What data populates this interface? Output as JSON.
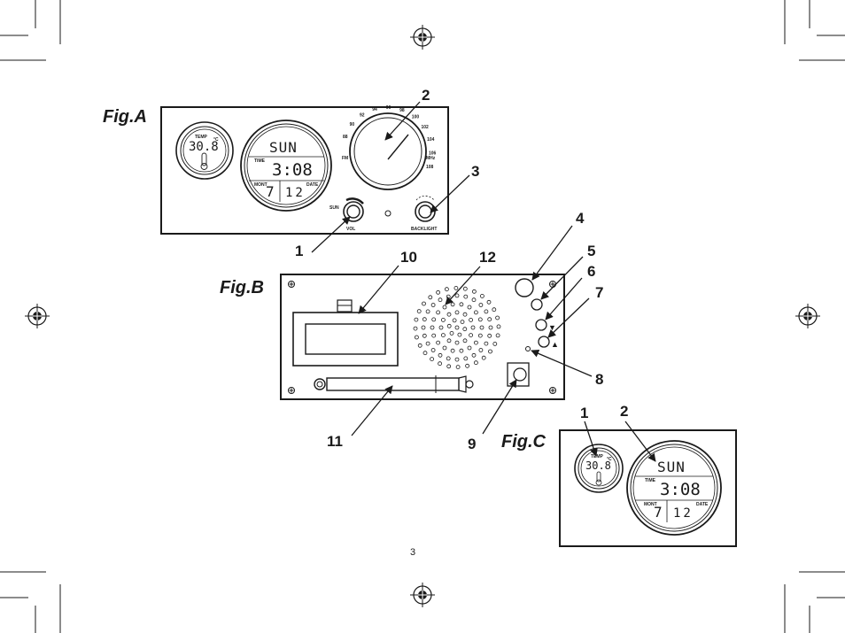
{
  "page_number": "3",
  "figures": {
    "fig_a": {
      "label": "Fig.A",
      "thermo": {
        "label": "TEMP",
        "value": "30.8",
        "unit": "°C"
      },
      "clock": {
        "day": "SUN",
        "time_label": "TIME",
        "time": "3:08",
        "month_label": "MONT",
        "date_label": "DATE",
        "month_value": "7",
        "date_value": "12"
      },
      "dial": {
        "scale": [
          "88",
          "90",
          "92",
          "94",
          "96",
          "98",
          "100",
          "102",
          "104",
          "106",
          "108"
        ],
        "band": "FM",
        "unit": "MHz"
      },
      "knob_left": {
        "top_label": "SUN",
        "bottom_label": "VOL"
      },
      "knob_right": {
        "bottom_label": "BACKLIGHT"
      },
      "callouts": [
        "1",
        "2",
        "3"
      ]
    },
    "fig_b": {
      "label": "Fig.B",
      "callouts": [
        "4",
        "5",
        "6",
        "7",
        "8",
        "9",
        "10",
        "11",
        "12"
      ],
      "button_symbols": {
        "down": "▼",
        "up": "▲"
      }
    },
    "fig_c": {
      "label": "Fig.C",
      "thermo": {
        "label": "TEMP",
        "value": "30.8",
        "unit": "°C"
      },
      "clock": {
        "day": "SUN",
        "time_label": "TIME",
        "time": "3:08",
        "month_label": "MONT",
        "date_label": "DATE",
        "month_value": "7",
        "date_value": "12"
      },
      "callouts": [
        "1",
        "2"
      ]
    }
  }
}
